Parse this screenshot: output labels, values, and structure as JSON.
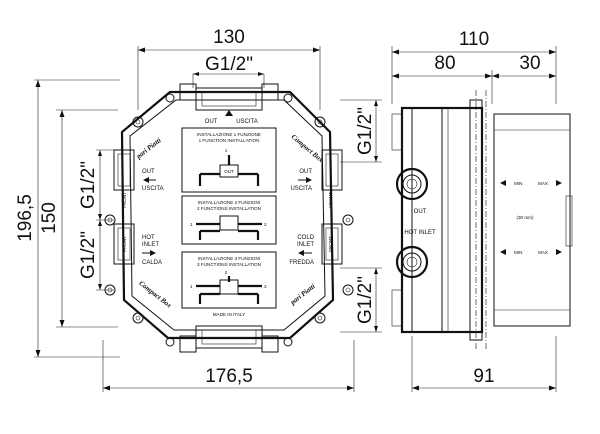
{
  "dimensions": {
    "top_width": "130",
    "top_thread": "G1/2\"",
    "right_thread_top": "G1/2\"",
    "right_thread_bottom": "G1/2\"",
    "left_thread_top": "G1/2\"",
    "left_thread_bottom": "G1/2\"",
    "outer_height": "196,5",
    "inner_height": "150",
    "bottom_width": "176,5",
    "side_total_depth": "110",
    "side_depth_80": "80",
    "side_depth_30": "30",
    "side_bottom_depth": "91"
  },
  "front_labels": {
    "top_out": "OUT",
    "top_uscita": "USCITA",
    "left_out": "OUT",
    "left_uscita": "USCITA",
    "left_hot_inlet_1": "HOT",
    "left_hot_inlet_2": "INLET",
    "left_calda": "CALDA",
    "right_out": "OUT",
    "right_uscita": "USCITA",
    "right_cold_inlet_1": "COLD",
    "right_cold_inlet_2": "INLET",
    "right_fredda": "FREDDA",
    "brand_top_left": "pari Piatti",
    "brand_top_right": "Compact Box",
    "brand_bottom_left": "Compact Box",
    "brand_bottom_right": "pari Piatti",
    "made_in": "MADE IN ITALY",
    "front_tag": "FRONT",
    "panel1_title_it": "INSTALLAZIONE 1 FUNZIONE",
    "panel1_title_en": "1 FUNCTION INSTALLATION",
    "panel2_title_it": "INSTALLAZIONE 2 FUNZIONI",
    "panel2_title_en": "2 FUNCTIONS INSTALLATION",
    "panel3_title_it": "INSTALLAZIONE 3 FUNZIONI",
    "panel3_title_en": "3 FUNCTIONS INSTALLATION",
    "port1": "1",
    "port2": "2",
    "port3": "3",
    "valve_tag": "OUT"
  },
  "side_labels": {
    "out": "OUT",
    "hot_inlet": "HOT INLET",
    "min_top": "MIN",
    "max_top": "MAX",
    "min_bottom": "MIN",
    "max_bottom": "MAX",
    "depth_note": "(30 mm)"
  }
}
